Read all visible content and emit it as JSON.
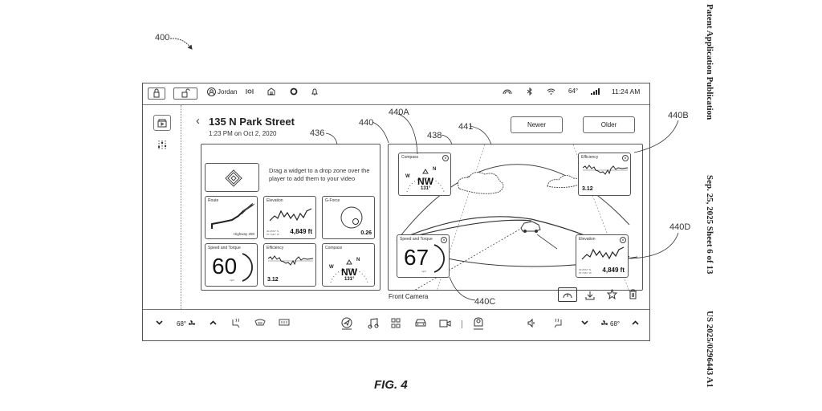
{
  "document": {
    "figure_ref": "400",
    "figure_label": "FIG. 4",
    "side_header": {
      "publication": "Patent Application Publication",
      "date_sheet": "Sep. 25, 2025   Sheet 6 of 13",
      "number": "US 2025/0296443 A1"
    },
    "callouts": {
      "panel": "436",
      "player": "440",
      "widget_a": "440A",
      "widget_b": "440B",
      "widget_c": "440C",
      "widget_d": "440D",
      "drop_zone": "438",
      "video": "441"
    }
  },
  "status_bar": {
    "user_name": "Jordan",
    "temperature": "64°",
    "time": "11:24 AM",
    "icons": [
      "lock-icon",
      "unlock-icon",
      "user-icon",
      "camera-icon",
      "garage-icon",
      "circle-icon",
      "bell-icon",
      "signal-icon",
      "bluetooth-icon",
      "wifi-icon",
      "cellular-icon"
    ]
  },
  "header": {
    "title": "135 N Park Street",
    "subtitle": "1:23 PM on Oct 2, 2020",
    "newer_label": "Newer",
    "older_label": "Older"
  },
  "widget_panel": {
    "instruction": "Drag a widget to a drop zone over the player to add them to your video",
    "widgets": [
      {
        "name": "Route",
        "value": "Highway 290"
      },
      {
        "name": "Elevation",
        "value": "4,849 ft",
        "meta": "30.2672° N, 97.7431° W"
      },
      {
        "name": "G-Force",
        "value": "0.26"
      },
      {
        "name": "Speed and Torque",
        "value": "60",
        "unit": "mph"
      },
      {
        "name": "Efficiency",
        "value": "3.12"
      },
      {
        "name": "Compass",
        "value": "NW",
        "degrees": "131°",
        "marks": [
          "W",
          "N"
        ]
      }
    ]
  },
  "player": {
    "caption": "Front Camera",
    "overlays": [
      {
        "name": "Compass",
        "value": "NW",
        "degrees": "131°",
        "marks": [
          "W",
          "N"
        ]
      },
      {
        "name": "Efficiency",
        "value": "3.12"
      },
      {
        "name": "Speed and Torque",
        "value": "67",
        "unit": "mph"
      },
      {
        "name": "Elevation",
        "value": "4,849 ft",
        "meta": "30.2672° N, 97.7431° W"
      }
    ],
    "actions": [
      "gauge-icon",
      "download-icon",
      "star-icon",
      "trash-icon"
    ]
  },
  "bottom_bar": {
    "left_temp": "68°",
    "right_temp": "68°",
    "icons": [
      "chevron-down-icon",
      "fan-icon",
      "chevron-up-icon",
      "seat-heat-icon",
      "front-defrost-icon",
      "rear-defrost-icon",
      "navigation-icon",
      "music-icon",
      "apps-icon",
      "vehicle-icon",
      "camera-icon",
      "assistant-icon",
      "volume-icon",
      "seat-heat-icon",
      "chevron-down-icon",
      "fan-icon",
      "chevron-up-icon"
    ]
  }
}
